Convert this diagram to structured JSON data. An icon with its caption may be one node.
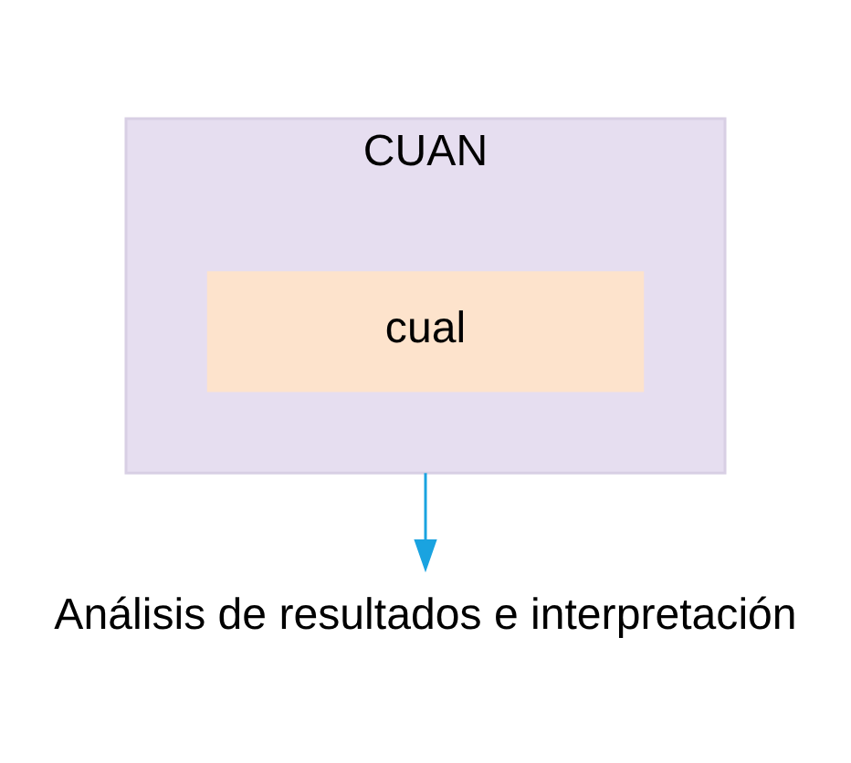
{
  "diagram": {
    "nodes": [
      {
        "text": [
          "CUAN"
        ]
      },
      {
        "text": [
          "cual"
        ],
        "in": 0
      },
      {
        "text": [
          "Análisis de resultados e interpretación"
        ]
      }
    ],
    "edges": [
      {
        "from": 0,
        "to": 2,
        "arrow": "to",
        "color": "#1aa3e0"
      }
    ]
  }
}
